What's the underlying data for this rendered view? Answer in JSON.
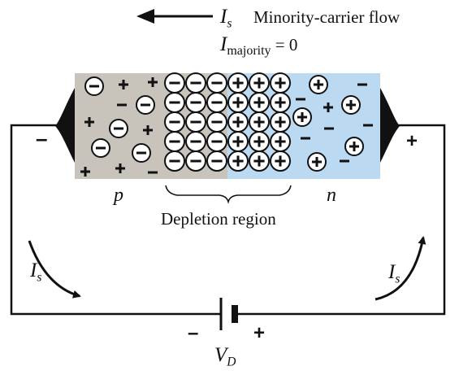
{
  "legend": {
    "current_symbol": "I",
    "current_subscript": "s",
    "flow_label": "Minority-carrier flow",
    "majority_symbol": "I",
    "majority_subscript": "majority",
    "majority_value": "= 0"
  },
  "regions": {
    "p_label": "p",
    "n_label": "n",
    "depletion_label": "Depletion region"
  },
  "terminals": {
    "left_sign": "–",
    "right_sign": "+"
  },
  "loop_currents": {
    "left_symbol": "I",
    "left_subscript": "s",
    "right_symbol": "I",
    "right_subscript": "s"
  },
  "battery": {
    "negative_sign": "–",
    "positive_sign": "+",
    "voltage_symbol": "V",
    "voltage_subscript": "D"
  },
  "colors": {
    "p_region": "#c8c3bb",
    "n_region": "#bcd9f2",
    "stroke": "#111111"
  }
}
